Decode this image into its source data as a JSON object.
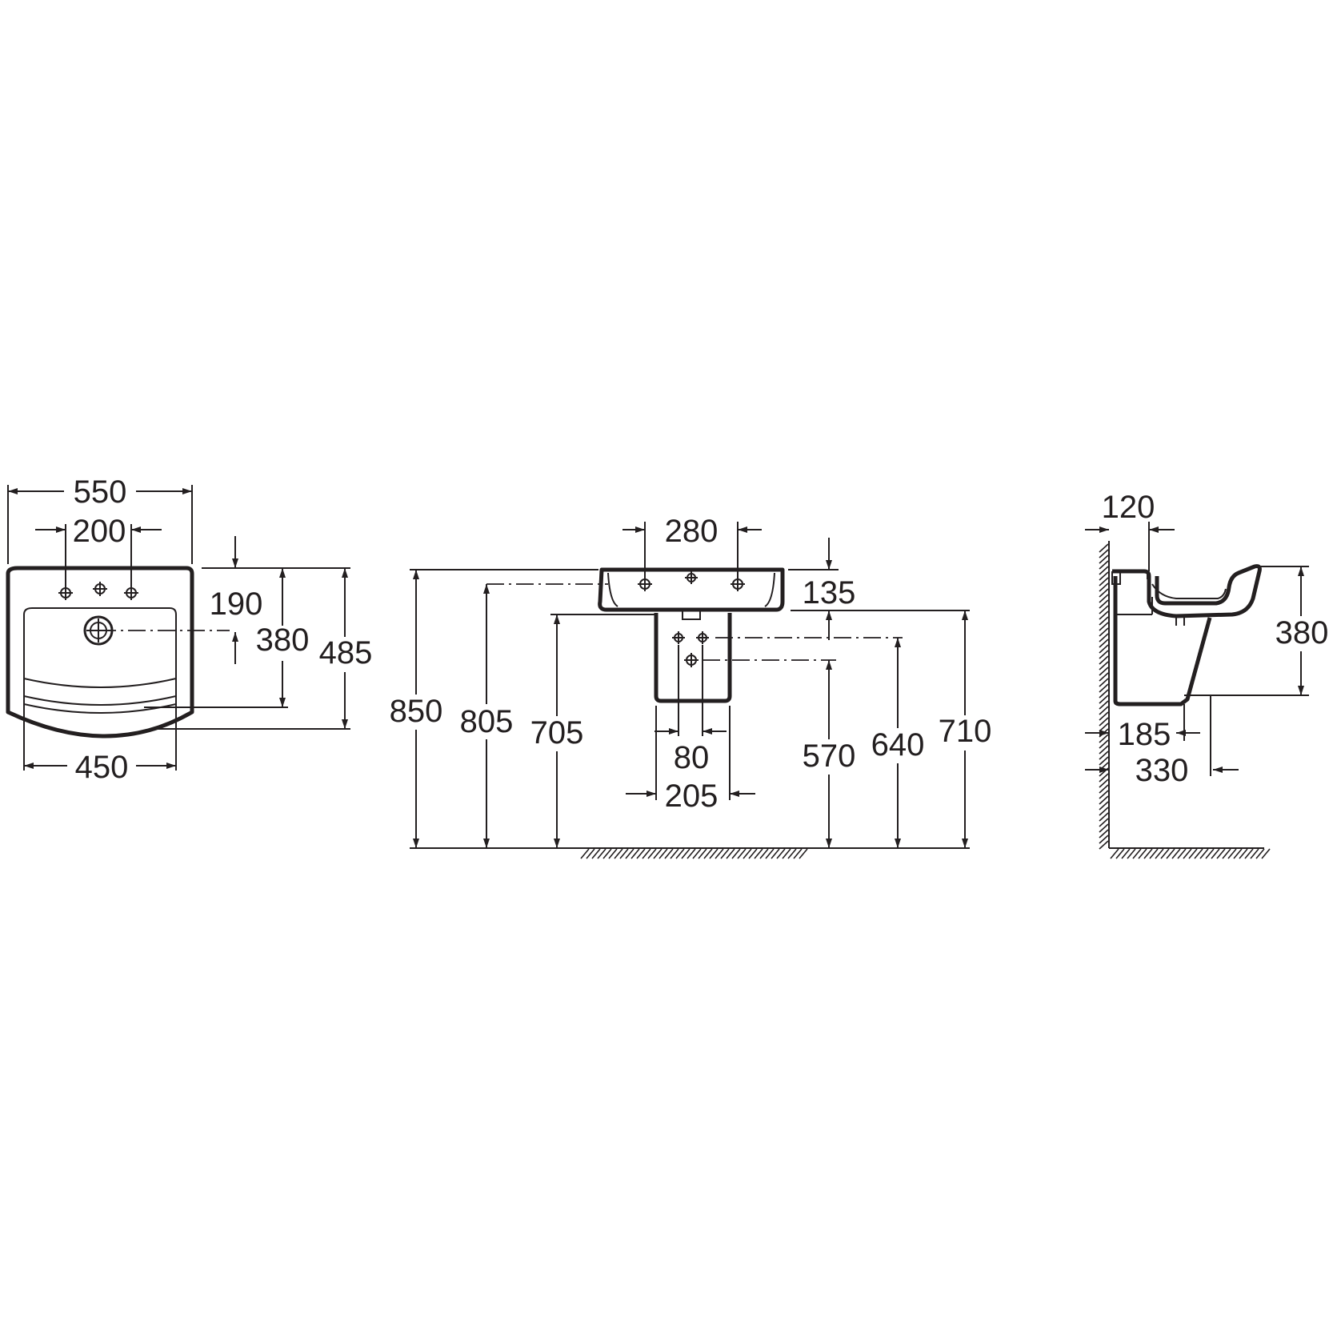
{
  "drawing": {
    "colors": {
      "line": "#231f20",
      "background": "#ffffff"
    },
    "top_view": {
      "overall_width": "550",
      "tap_hole_spacing": "200",
      "bowl_width": "450",
      "tap_to_waste": "190",
      "bowl_depth": "380",
      "overall_depth": "485"
    },
    "front_view": {
      "tap_hole_spacing": "280",
      "basin_height": "135",
      "rim_height": "850",
      "tap_centre_height": "805",
      "underside_height": "705",
      "waste_fixing_spacing": "80",
      "pedestal_width": "205",
      "lower_fixing_height": "570",
      "upper_fixing_height": "640",
      "waste_outlet_height": "710"
    },
    "side_view": {
      "tap_to_wall": "120",
      "basin_height": "380",
      "pedestal_depth": "185",
      "basin_projection": "330"
    }
  }
}
